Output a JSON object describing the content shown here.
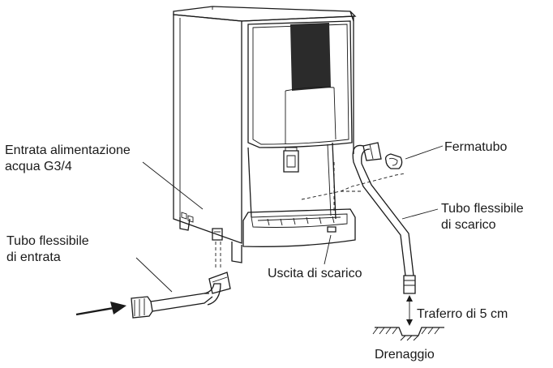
{
  "labels": {
    "water_inlet_line1": "Entrata alimentazione",
    "water_inlet_line2": "acqua G3/4",
    "inlet_hose_line1": "Tubo flessibile",
    "inlet_hose_line2": "di entrata",
    "hose_clamp": "Fermatubo",
    "drain_hose_line1": "Tubo flessibile",
    "drain_hose_line2": "di scarico",
    "drain_outlet": "Uscita di scarico",
    "air_gap": "Traferro di 5 cm",
    "drain": "Drenaggio"
  },
  "colors": {
    "line": "#1a1a1a",
    "panel_dark": "#2b2b2b",
    "background": "#ffffff"
  }
}
